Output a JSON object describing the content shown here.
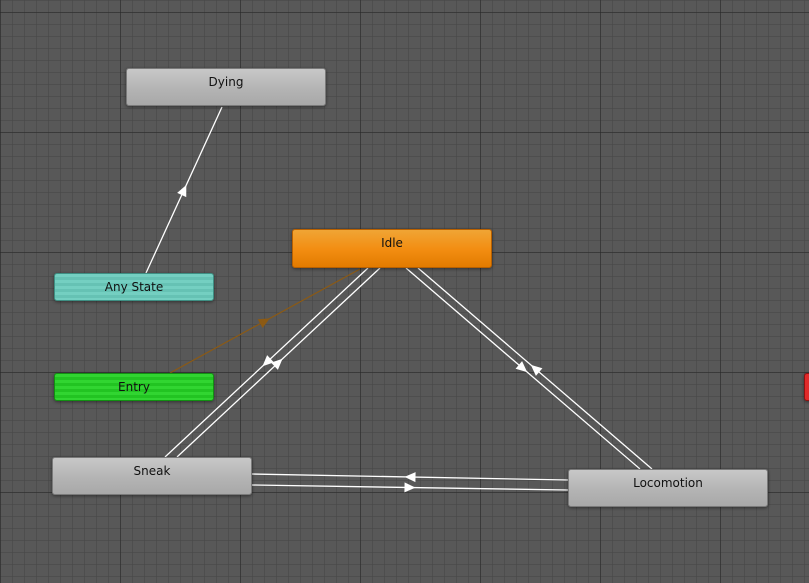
{
  "colors": {
    "canvas": "#585858",
    "default_state": "#f28c10",
    "state": "#b4b4b4",
    "any_state": "#6cc8ba",
    "entry": "#2acc2a",
    "exit": "#e02a2a",
    "transition": "#ffffff",
    "entry_transition": "#8c5a14"
  },
  "nodes": {
    "dying": {
      "label": "Dying",
      "kind": "state"
    },
    "idle": {
      "label": "Idle",
      "kind": "default-state"
    },
    "any_state": {
      "label": "Any State",
      "kind": "any-state"
    },
    "entry": {
      "label": "Entry",
      "kind": "entry"
    },
    "sneak": {
      "label": "Sneak",
      "kind": "state"
    },
    "locomotion": {
      "label": "Locomotion",
      "kind": "state"
    },
    "exit": {
      "label": "",
      "kind": "exit"
    }
  },
  "transitions": [
    {
      "from": "any_state",
      "to": "dying",
      "style": "normal"
    },
    {
      "from": "entry",
      "to": "idle",
      "style": "entry"
    },
    {
      "from": "idle",
      "to": "sneak",
      "style": "normal"
    },
    {
      "from": "sneak",
      "to": "idle",
      "style": "normal"
    },
    {
      "from": "idle",
      "to": "locomotion",
      "style": "normal"
    },
    {
      "from": "locomotion",
      "to": "idle",
      "style": "normal"
    },
    {
      "from": "sneak",
      "to": "locomotion",
      "style": "normal"
    },
    {
      "from": "locomotion",
      "to": "sneak",
      "style": "normal"
    }
  ]
}
